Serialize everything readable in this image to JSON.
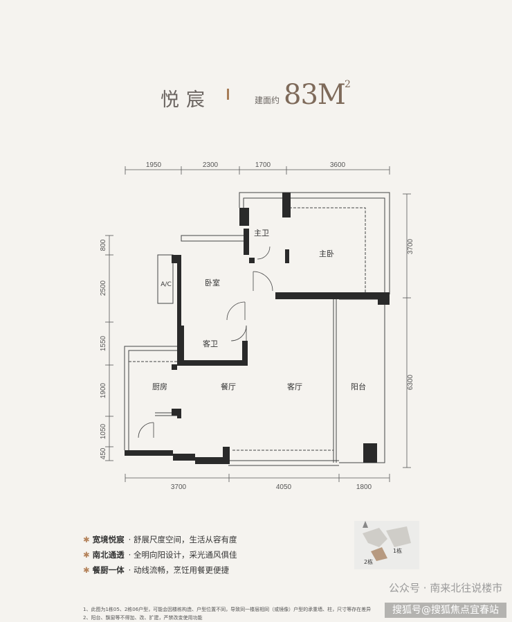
{
  "title": {
    "name": "悦宸",
    "prefix": "建面约",
    "area": "83M",
    "sup": "2"
  },
  "dims": {
    "top": [
      "1950",
      "2300",
      "1700",
      "3600"
    ],
    "bottom": [
      "3700",
      "4050",
      "1800"
    ],
    "left": [
      "800",
      "2500",
      "1550",
      "1900",
      "1050",
      "450"
    ],
    "right": [
      "3700",
      "6300"
    ]
  },
  "rooms": {
    "master_bath": "主卫",
    "master_bed": "主卧",
    "ac": "A/C",
    "bedroom": "卧室",
    "guest_bath": "客卫",
    "kitchen": "厨房",
    "dining": "餐厅",
    "living": "客厅",
    "balcony": "阳台"
  },
  "features": [
    {
      "title": "宽境悦宸",
      "text": "· 舒展尺度空间，生活从容有度"
    },
    {
      "title": "南北通透",
      "text": "· 全明向阳设计，采光通风俱佳"
    },
    {
      "title": "餐厨一体",
      "text": "· 动线流畅，烹饪用餐更便捷"
    }
  ],
  "notes": [
    "1、此图为1栋05、2栋06户型，可能会因楼栋构造、户型位置不同，导致同一楼层相同（或镜像）户型的承重墙、柱，尺寸等存在差异",
    "2、阳台、飘窗等不得加、改、扩建，严禁改变使用功能"
  ],
  "keyplan": {
    "b1": "1栋",
    "b2": "2栋"
  },
  "watermarks": {
    "w1": "公众号 · 南来北往说楼市",
    "w2": "搜狐号@搜狐焦点宜春站"
  },
  "colors": {
    "wall": "#2a2a2a",
    "accent": "#b4825a",
    "bg": "#f5f3ef"
  }
}
